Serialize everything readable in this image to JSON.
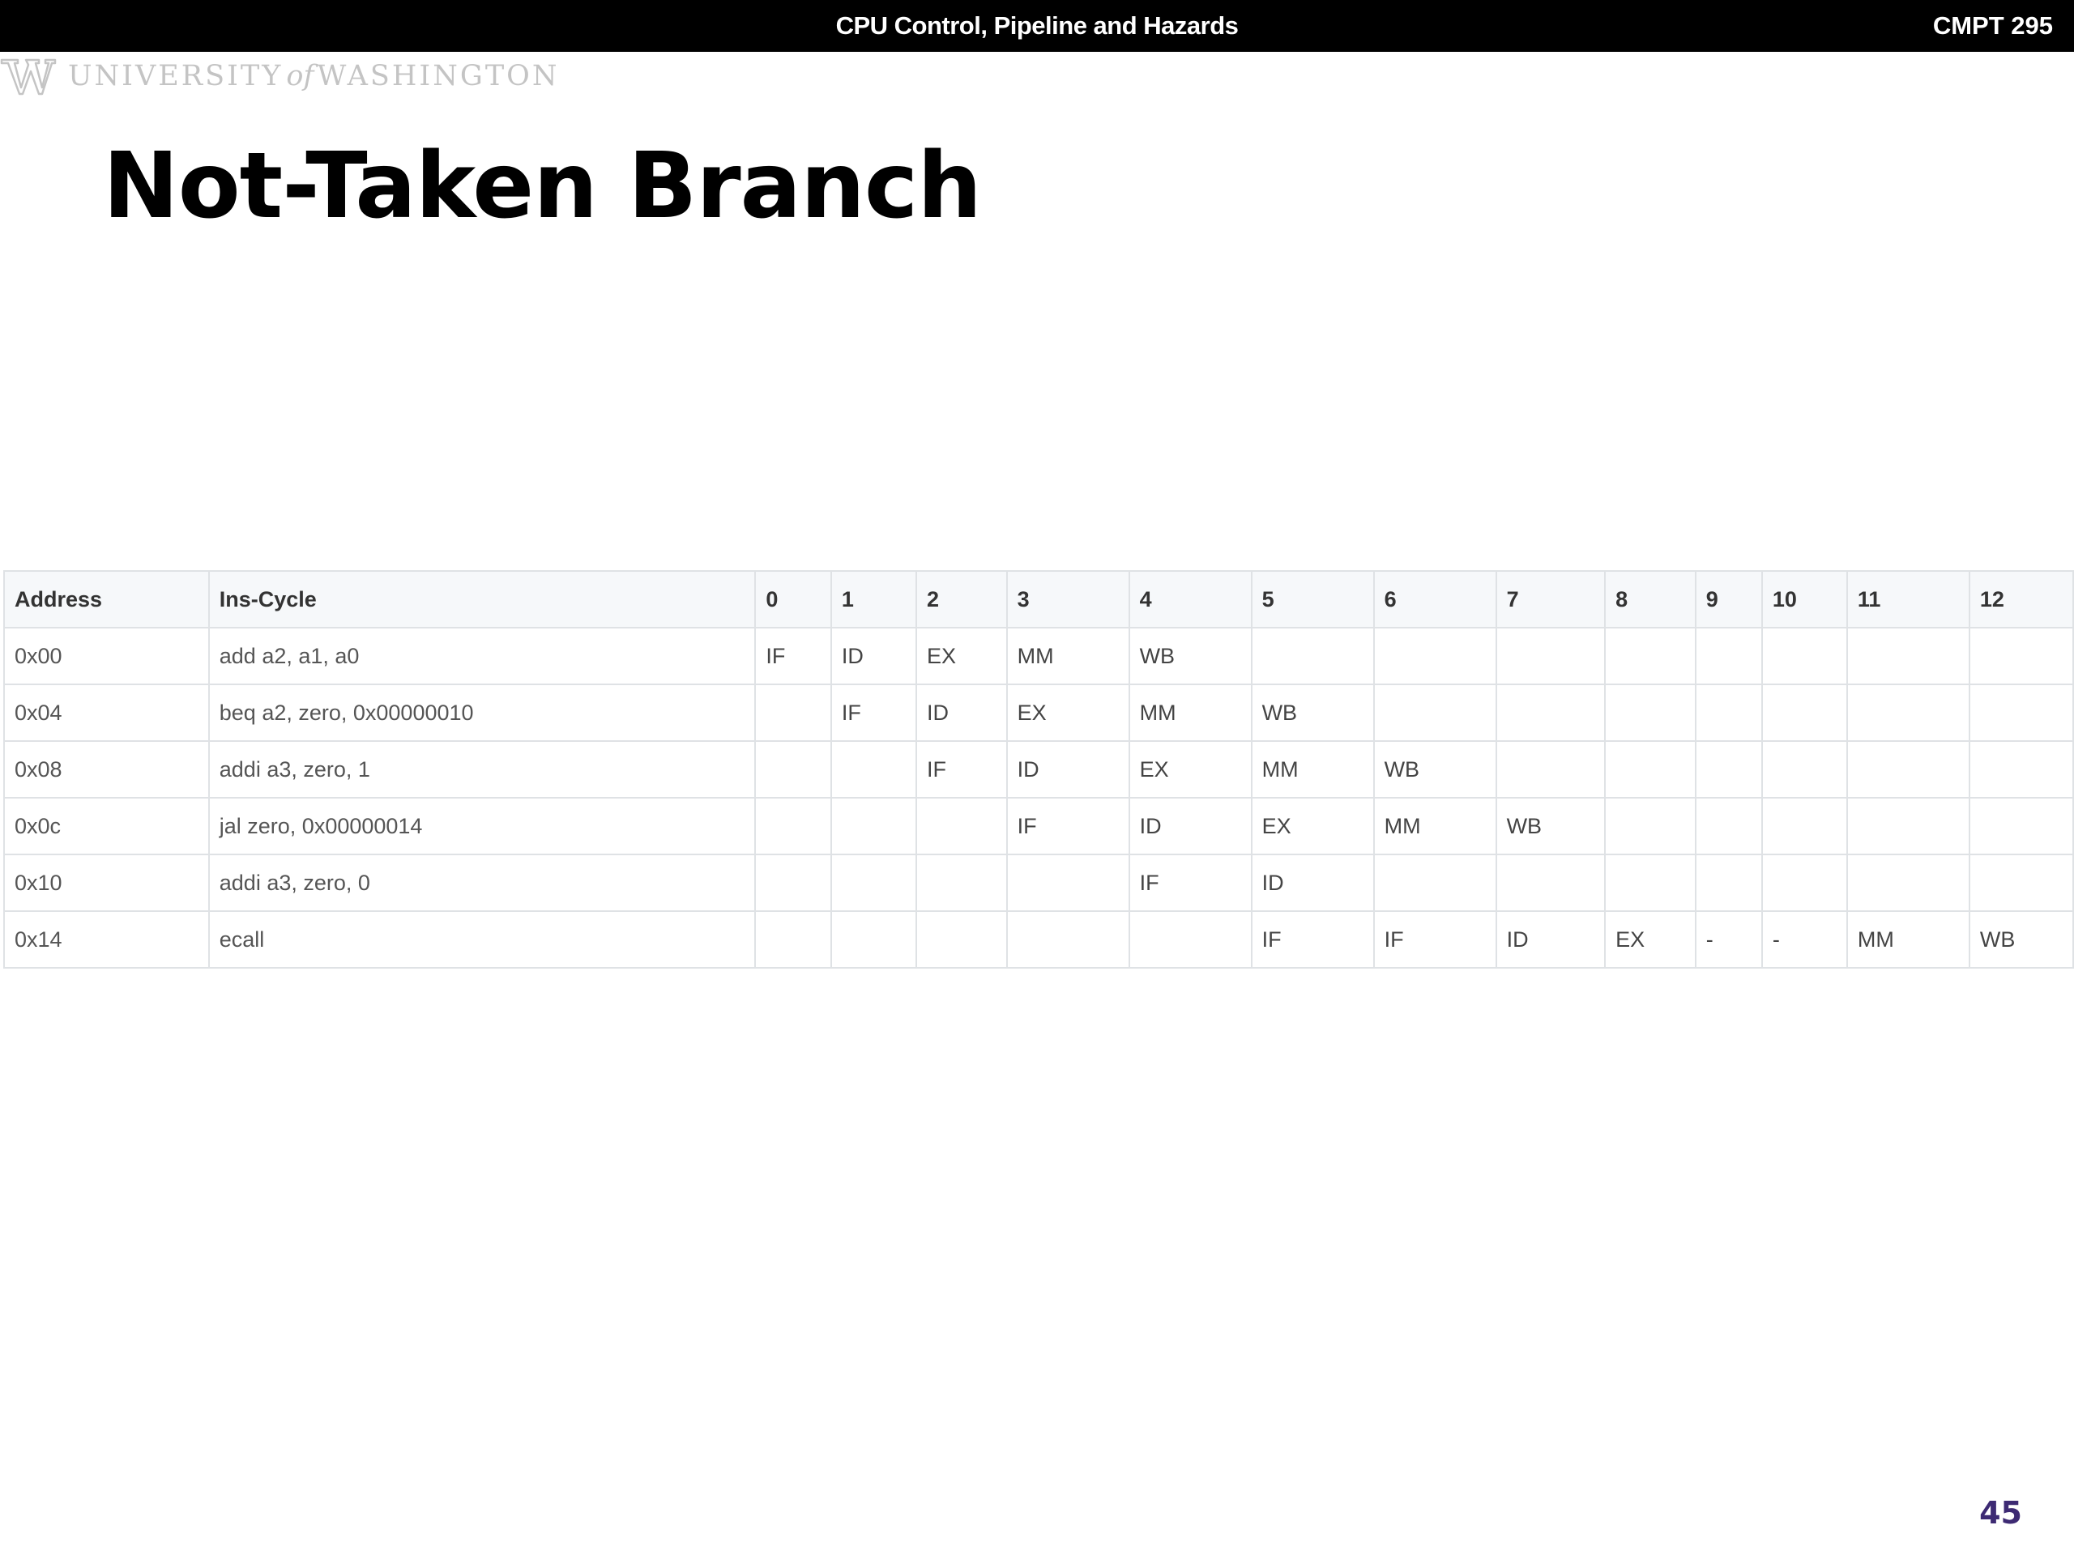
{
  "header": {
    "title": "CPU Control, Pipeline and Hazards",
    "course": "CMPT 295"
  },
  "logo": {
    "icon": "uw-w-logo-icon",
    "text_before": "UNIVERSITY",
    "text_of": "of",
    "text_after": "WASHINGTON"
  },
  "slide": {
    "title": "Not-Taken Branch",
    "page_number": "45"
  },
  "table": {
    "headers": [
      "Address",
      "Ins-Cycle",
      "0",
      "1",
      "2",
      "3",
      "4",
      "5",
      "6",
      "7",
      "8",
      "9",
      "10",
      "11",
      "12"
    ],
    "rows": [
      [
        "0x00",
        "add a2, a1, a0",
        "IF",
        "ID",
        "EX",
        "MM",
        "WB",
        "",
        "",
        "",
        "",
        "",
        "",
        "",
        ""
      ],
      [
        "0x04",
        "beq a2, zero, 0x00000010",
        "",
        "IF",
        "ID",
        "EX",
        "MM",
        "WB",
        "",
        "",
        "",
        "",
        "",
        "",
        ""
      ],
      [
        "0x08",
        "addi a3, zero, 1",
        "",
        "",
        "IF",
        "ID",
        "EX",
        "MM",
        "WB",
        "",
        "",
        "",
        "",
        "",
        ""
      ],
      [
        "0x0c",
        "jal zero, 0x00000014",
        "",
        "",
        "",
        "IF",
        "ID",
        "EX",
        "MM",
        "WB",
        "",
        "",
        "",
        "",
        ""
      ],
      [
        "0x10",
        "addi a3, zero, 0",
        "",
        "",
        "",
        "",
        "IF",
        "ID",
        "",
        "",
        "",
        "",
        "",
        "",
        ""
      ],
      [
        "0x14",
        "ecall",
        "",
        "",
        "",
        "",
        "",
        "IF",
        "IF",
        "ID",
        "EX",
        "-",
        "-",
        "MM",
        "WB"
      ]
    ]
  }
}
